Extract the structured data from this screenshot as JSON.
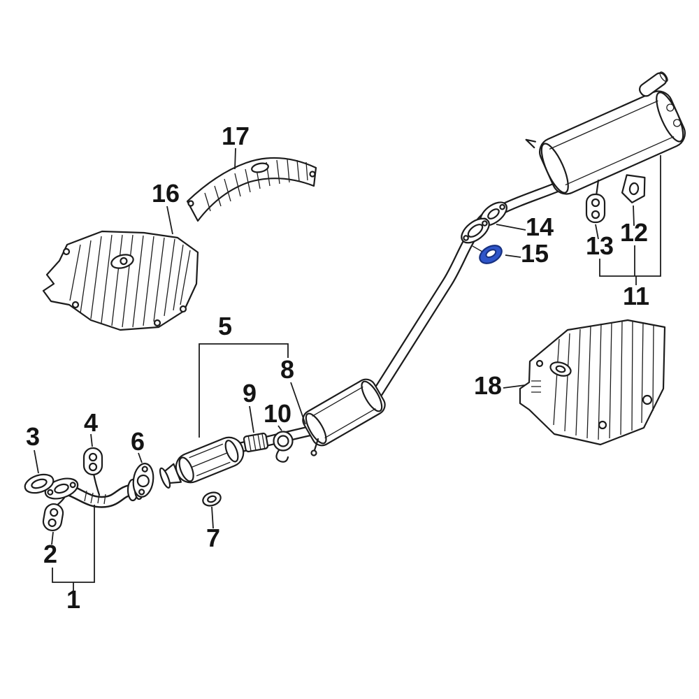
{
  "diagram": {
    "callouts": [
      {
        "label": "1"
      },
      {
        "label": "2"
      },
      {
        "label": "3"
      },
      {
        "label": "4"
      },
      {
        "label": "5"
      },
      {
        "label": "6"
      },
      {
        "label": "7"
      },
      {
        "label": "8"
      },
      {
        "label": "9"
      },
      {
        "label": "10"
      },
      {
        "label": "11"
      },
      {
        "label": "12"
      },
      {
        "label": "13"
      },
      {
        "label": "14"
      },
      {
        "label": "15"
      },
      {
        "label": "16"
      },
      {
        "label": "17"
      },
      {
        "label": "18"
      }
    ],
    "highlight_fill": "#2e55c9",
    "highlight_stroke": "#17307f",
    "line_color": "#1c1c1c",
    "background": "#ffffff"
  }
}
